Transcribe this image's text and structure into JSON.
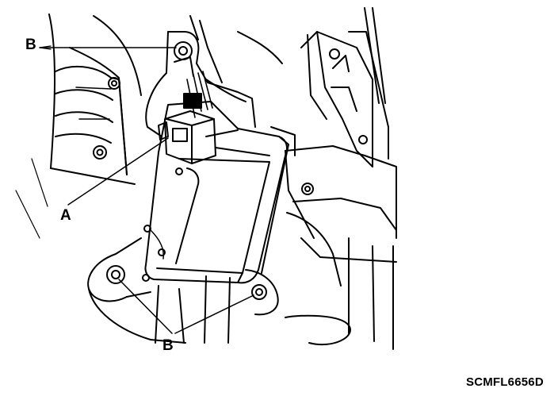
{
  "callouts": {
    "b_top": "B",
    "a": "A",
    "b_bottom": "B"
  },
  "figure_code": "SCMFL6656D",
  "colors": {
    "line": "#000000",
    "background": "#ffffff"
  }
}
